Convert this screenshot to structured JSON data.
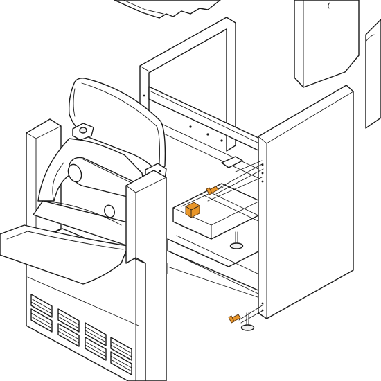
{
  "colors": {
    "stroke": "#1a1a1a",
    "fill": "#ffffff",
    "fill_gray": "#f0f0f0",
    "accent": "#e8962a"
  },
  "parts": [
    "top-panel",
    "back-frame",
    "right-side-panel",
    "upper-right-cabinet",
    "left-cabinet",
    "cradle-assembly",
    "drawer-frame",
    "leveling-foot-upper",
    "leveling-foot-lower",
    "orange-screw-upper",
    "orange-screw-lower",
    "orange-clip"
  ]
}
